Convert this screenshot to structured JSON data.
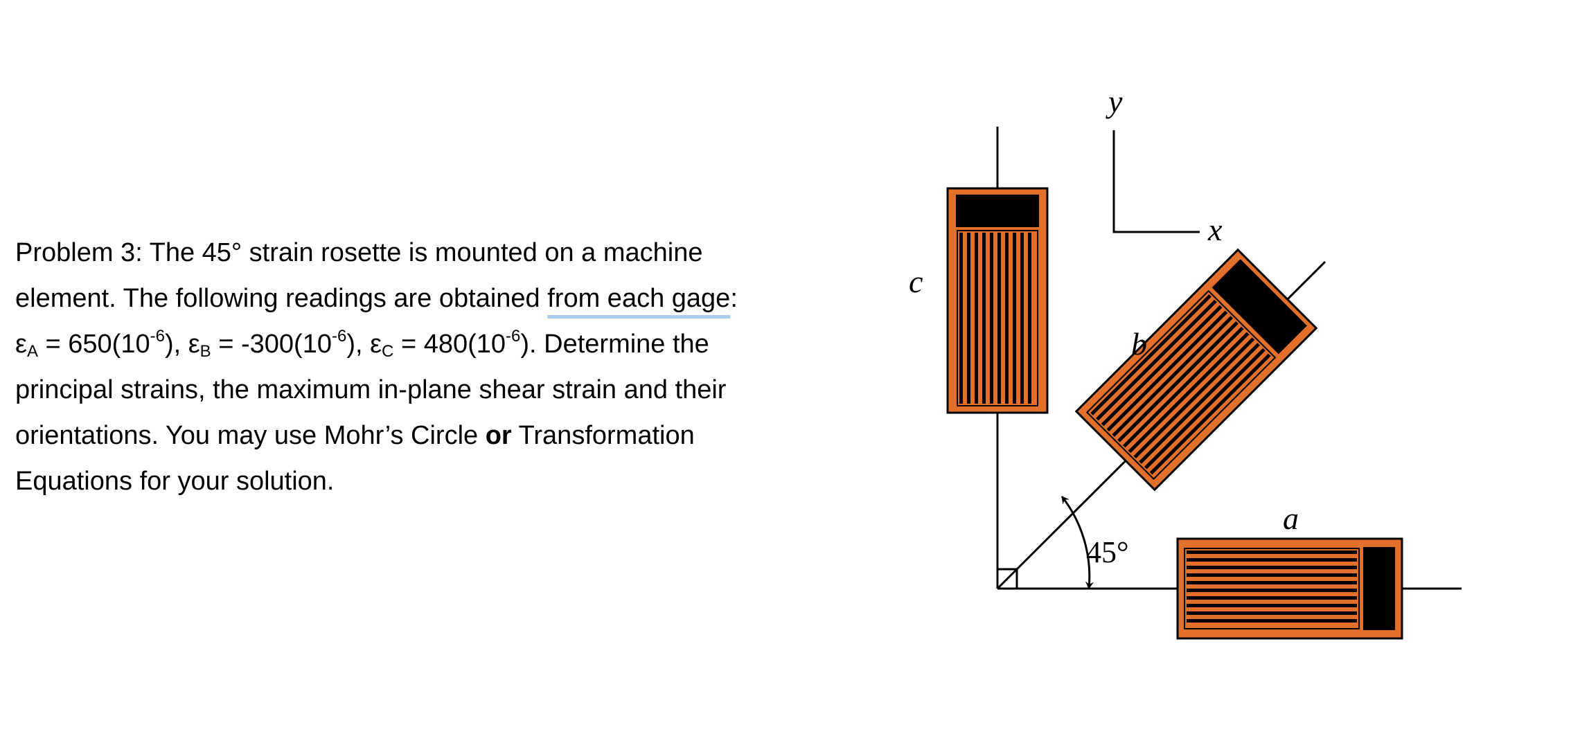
{
  "problem": {
    "line1": "Problem 3:  The 45° strain rosette is mounted on a machine",
    "line2_a": "element.  The following readings are obtained ",
    "line2_b": "from each gage",
    "line2_c": ":",
    "eps_a_symbol": "ε",
    "eps_a_sub": "A",
    "eps_a_value": " = 650(10",
    "eps_a_exp": "-6",
    "eps_b_sep": "), ε",
    "eps_b_sub": "B",
    "eps_b_value": " = -300(10",
    "eps_b_exp": "-6",
    "eps_c_sep": "), ε",
    "eps_c_sub": "C",
    "eps_c_value": " = 480(10",
    "eps_c_exp": "-6",
    "line3_end": ").  Determine the",
    "line4": "principal strains, the maximum in-plane shear strain and their",
    "line5_a": "orientations.  You may use Mohr’s Circle ",
    "line5_bold": "or",
    "line5_c": " Transformation",
    "line6": "Equations for your solution."
  },
  "diagram": {
    "axis_y_label": "y",
    "axis_x_label": "x",
    "gage_a_label": "a",
    "gage_b_label": "b",
    "gage_c_label": "c",
    "angle_label": "45°",
    "colors": {
      "gage_fill": "#e2702b",
      "gage_dark": "#000000",
      "line": "#000000"
    }
  }
}
